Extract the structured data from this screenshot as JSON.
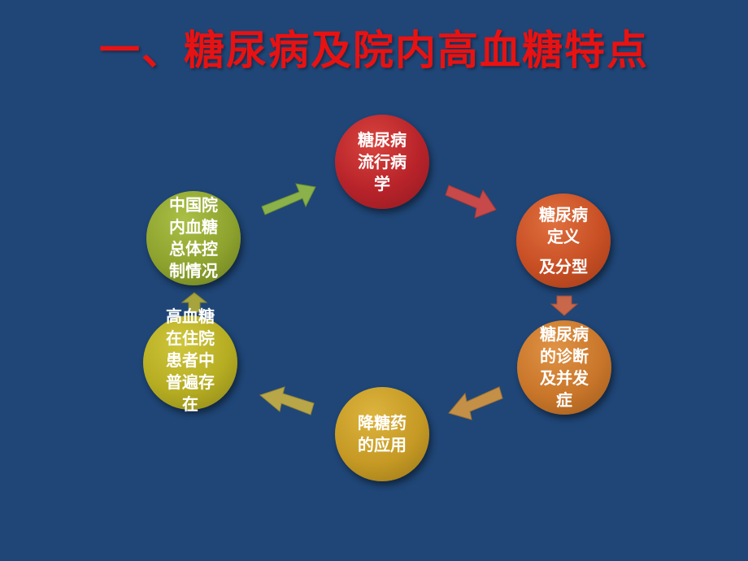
{
  "title": "一、糖尿病及院内高血糖特点",
  "nodes": [
    {
      "id": "epidemiology",
      "lines": [
        "糖尿病",
        "流行病",
        "学"
      ],
      "color": "#b8232a"
    },
    {
      "id": "definition",
      "lines": [
        "糖尿病",
        "定义",
        "及分型"
      ],
      "color": "#c84f24"
    },
    {
      "id": "diagnosis",
      "lines": [
        "糖尿病",
        "的诊断",
        "及并发",
        "症"
      ],
      "color": "#c9762a"
    },
    {
      "id": "drugs",
      "lines": [
        "降糖药",
        "的应用"
      ],
      "color": "#c69a24"
    },
    {
      "id": "prevalence",
      "lines": [
        "高血糖",
        "在住院",
        "患者中",
        "普遍存",
        "在"
      ],
      "color": "#b6ad22"
    },
    {
      "id": "control",
      "lines": [
        "中国院",
        "内血糖",
        "总体控",
        "制情况"
      ],
      "color": "#8ea32e"
    }
  ]
}
